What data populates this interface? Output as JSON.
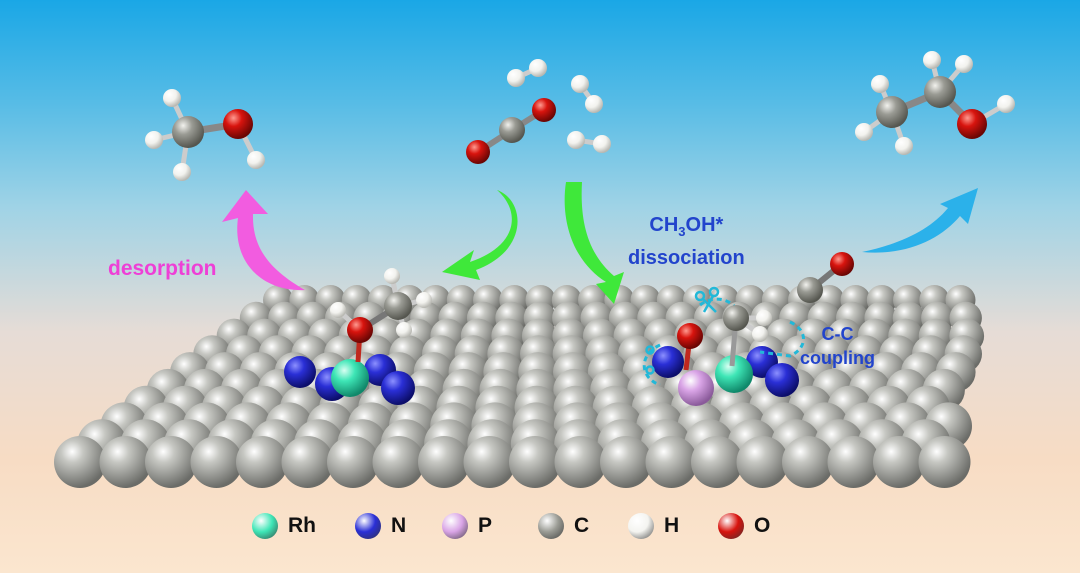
{
  "labels": {
    "desorption": "desorption",
    "dissociation_formula_pre": "CH",
    "dissociation_formula_sub": "3",
    "dissociation_formula_post": "OH*",
    "dissociation_word": "dissociation",
    "cc_line1": "C-C",
    "cc_line2": "coupling"
  },
  "legend": [
    {
      "symbol": "Rh",
      "color": "#3ee6b6"
    },
    {
      "symbol": "N",
      "color": "#2a2fd6"
    },
    {
      "symbol": "P",
      "color": "#d9a4e6"
    },
    {
      "symbol": "C",
      "color": "#9a9b94"
    },
    {
      "symbol": "H",
      "color": "#f4f4f0"
    },
    {
      "symbol": "O",
      "color": "#d8140e"
    }
  ],
  "colors": {
    "desorption_arrow": "#f25ce0",
    "reactant_arrows": "#3fe83a",
    "product_arrow": "#2bb1ea",
    "label_blue": "#2244cc",
    "cc_dashes": "#22b8d8"
  }
}
